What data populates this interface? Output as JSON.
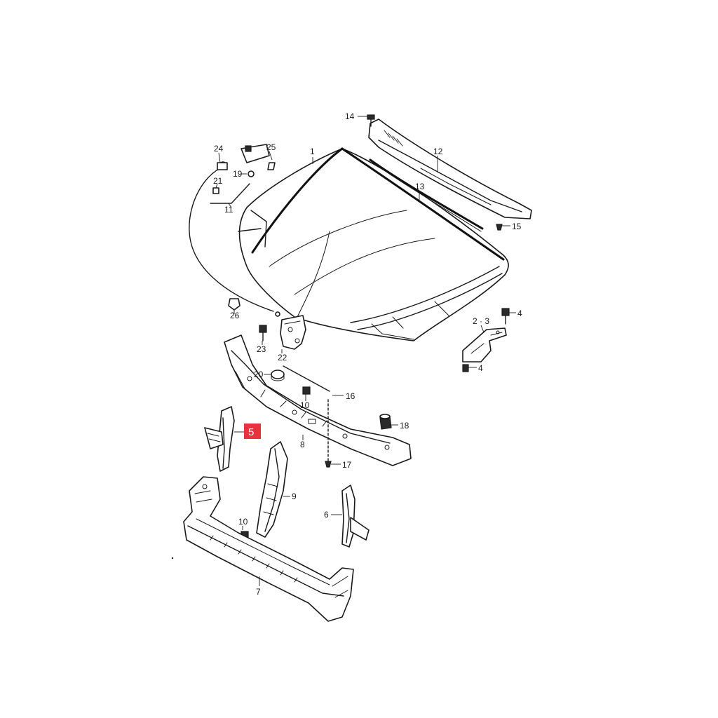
{
  "highlight": {
    "label": "5",
    "color": "#e8333f"
  },
  "callouts": [
    {
      "id": "1",
      "text": "1"
    },
    {
      "id": "2-3",
      "text": "2 · 3"
    },
    {
      "id": "4a",
      "text": "4"
    },
    {
      "id": "4b",
      "text": "4"
    },
    {
      "id": "6",
      "text": "6"
    },
    {
      "id": "7",
      "text": "7"
    },
    {
      "id": "8",
      "text": "8"
    },
    {
      "id": "9",
      "text": "9"
    },
    {
      "id": "10a",
      "text": "10"
    },
    {
      "id": "10b",
      "text": "10"
    },
    {
      "id": "11",
      "text": "11"
    },
    {
      "id": "12",
      "text": "12"
    },
    {
      "id": "13",
      "text": "13"
    },
    {
      "id": "14",
      "text": "14"
    },
    {
      "id": "15",
      "text": "15"
    },
    {
      "id": "16",
      "text": "16"
    },
    {
      "id": "17",
      "text": "17"
    },
    {
      "id": "18",
      "text": "18"
    },
    {
      "id": "19",
      "text": "19"
    },
    {
      "id": "20",
      "text": "20"
    },
    {
      "id": "21",
      "text": "21"
    },
    {
      "id": "22",
      "text": "22"
    },
    {
      "id": "23",
      "text": "23"
    },
    {
      "id": "24",
      "text": "24"
    },
    {
      "id": "25",
      "text": "25"
    },
    {
      "id": "26",
      "text": "26"
    }
  ]
}
